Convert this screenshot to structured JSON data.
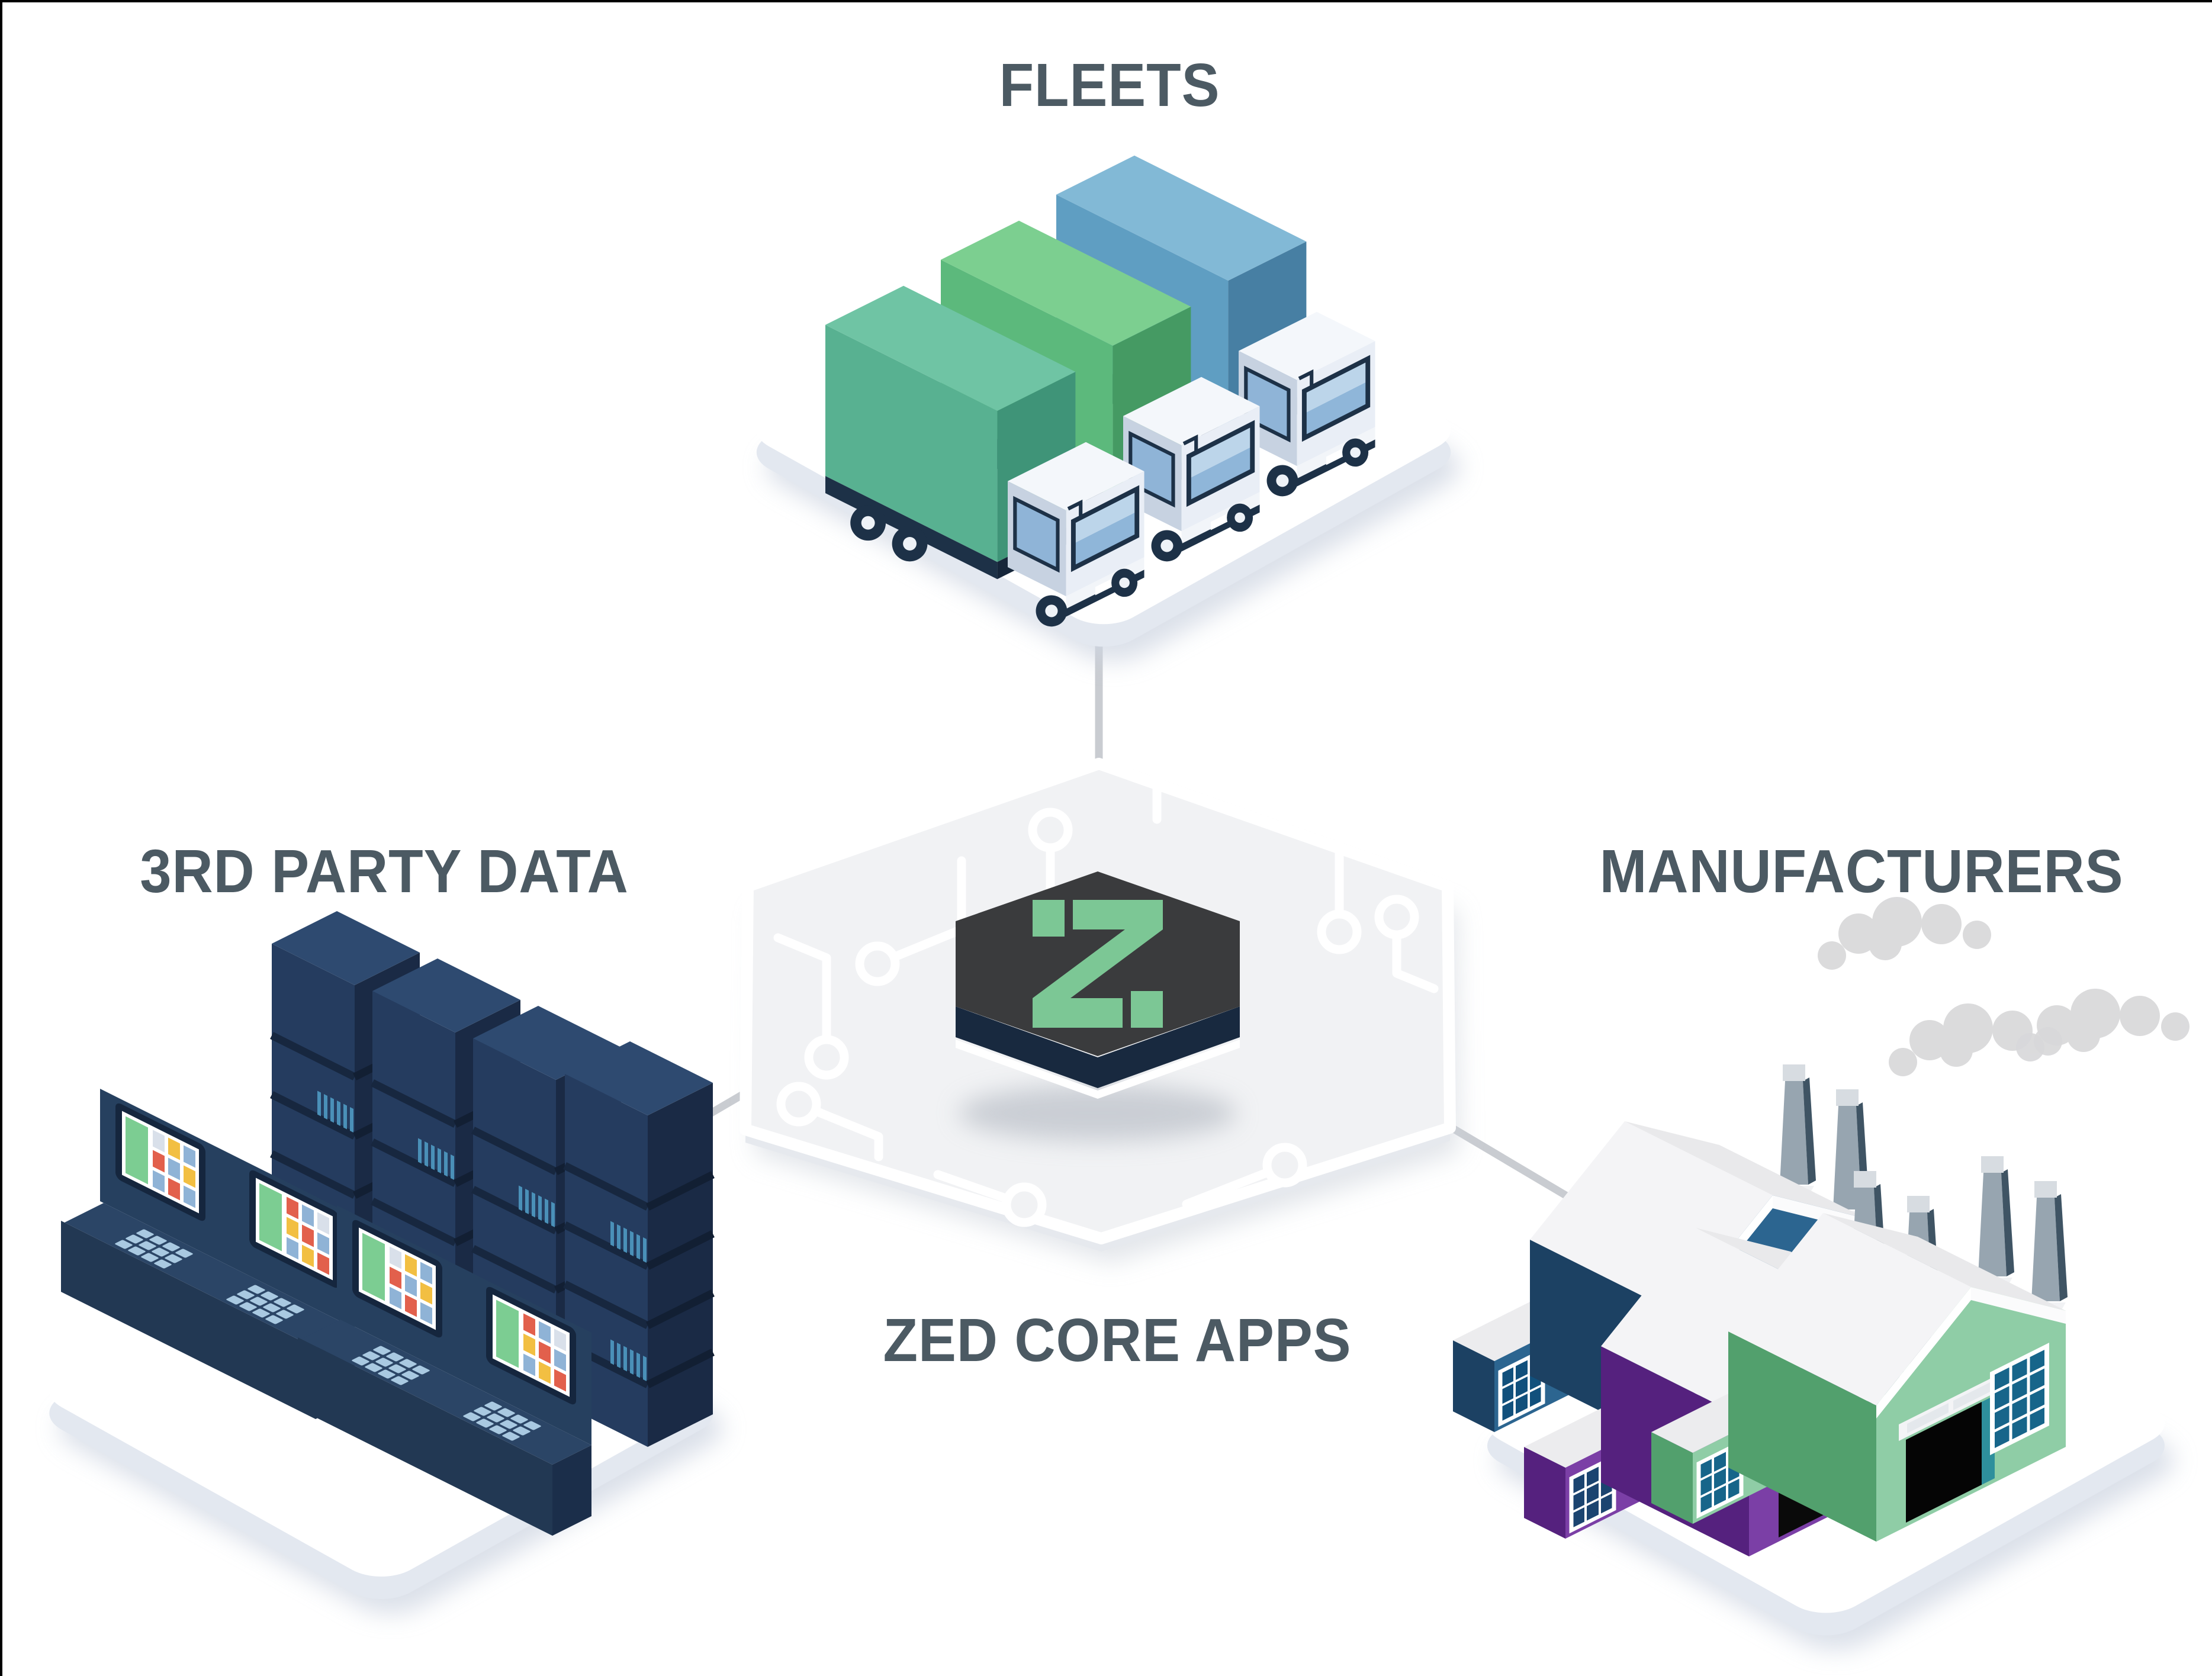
{
  "page": {
    "background_color": "#ffffff",
    "edge_border_color": "#000000",
    "label_text_color": "#4c5a63",
    "connector_color": "#c9ccd1"
  },
  "diagram": {
    "hub": {
      "label": "ZED CORE APPS",
      "brand_letter": "Z",
      "tile_style": "circuit-board-hexagon",
      "tile_color": "#f1f2f4",
      "logo_top_color": "#3a3b3d",
      "logo_side_color": "#18293f",
      "logo_letter_color": "#7cc795"
    },
    "nodes": [
      {
        "id": "fleets",
        "label": "FLEETS",
        "illustration": "three-box-trucks-on-isometric-platform",
        "truck_colors": [
          "#5f9ec2",
          "#5cb97c",
          "#58b191"
        ]
      },
      {
        "id": "third-party-data",
        "label": "3RD PARTY DATA",
        "illustration": "server-racks-and-control-consoles-on-isometric-platform",
        "rack_count": 4,
        "monitor_count": 4,
        "rack_color": "#253c5f",
        "screen_tile_colors": [
          "#7ccd92",
          "#e2604c",
          "#f2bf42",
          "#8fb3d6",
          "#d9e0ea"
        ]
      },
      {
        "id": "manufacturers",
        "label": "MANUFACTURERS",
        "illustration": "three-smokestack-factories-on-isometric-platform",
        "factory_colors": [
          "#2c6590",
          "#7b3fa6",
          "#8fcda6"
        ]
      }
    ],
    "connectors": [
      {
        "from": "fleets",
        "to": "hub"
      },
      {
        "from": "third-party-data",
        "to": "hub"
      },
      {
        "from": "manufacturers",
        "to": "hub"
      }
    ]
  }
}
